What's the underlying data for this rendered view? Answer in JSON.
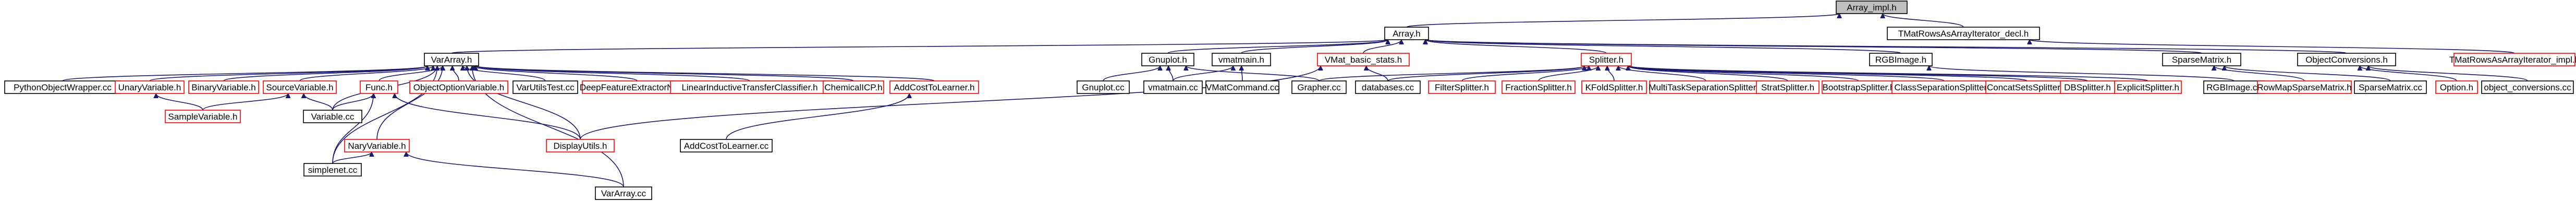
{
  "colors": {
    "background": "#ffffff",
    "edge": "#191970",
    "node_border_documented": "#000000",
    "node_border_undocumented": "#ff0000",
    "node_fill_root": "#bfbfbf",
    "node_fill": "#ffffff"
  },
  "nodes": [
    {
      "id": "array_impl_h",
      "label": "Array_impl.h",
      "kind": "root"
    },
    {
      "id": "array_h",
      "label": "Array.h",
      "kind": "black"
    },
    {
      "id": "tmatrows_decl_h",
      "label": "TMatRowsAsArrayIterator_decl.h",
      "kind": "black"
    },
    {
      "id": "varray_h",
      "label": "VarArray.h",
      "kind": "black"
    },
    {
      "id": "gnuplot_h",
      "label": "Gnuplot.h",
      "kind": "black"
    },
    {
      "id": "vmatmain_h",
      "label": "vmatmain.h",
      "kind": "black"
    },
    {
      "id": "vmat_basic_stats_h",
      "label": "VMat_basic_stats.h",
      "kind": "red"
    },
    {
      "id": "splitter_h",
      "label": "Splitter.h",
      "kind": "red"
    },
    {
      "id": "rgbimage_h",
      "label": "RGBImage.h",
      "kind": "black"
    },
    {
      "id": "sparsematrix_h",
      "label": "SparseMatrix.h",
      "kind": "black"
    },
    {
      "id": "objectconversions_h",
      "label": "ObjectConversions.h",
      "kind": "black"
    },
    {
      "id": "tmatrows_impl_h",
      "label": "TMatRowsAsArrayIterator_impl.h",
      "kind": "red"
    },
    {
      "id": "pythonobjectwrapper_cc",
      "label": "PythonObjectWrapper.cc",
      "kind": "black"
    },
    {
      "id": "unaryvariable_h",
      "label": "UnaryVariable.h",
      "kind": "red"
    },
    {
      "id": "binaryvariable_h",
      "label": "BinaryVariable.h",
      "kind": "red"
    },
    {
      "id": "sourcevariable_h",
      "label": "SourceVariable.h",
      "kind": "red"
    },
    {
      "id": "func_h",
      "label": "Func.h",
      "kind": "red"
    },
    {
      "id": "objectoptionvariable_h",
      "label": "ObjectOptionVariable.h",
      "kind": "red"
    },
    {
      "id": "varutilstest_cc",
      "label": "VarUtilsTest.cc",
      "kind": "black"
    },
    {
      "id": "deepfeatureextractornnet_h",
      "label": "DeepFeatureExtractorNNet.h",
      "kind": "red"
    },
    {
      "id": "linearinductivetransferclassifier_h",
      "label": "LinearInductiveTransferClassifier.h",
      "kind": "red"
    },
    {
      "id": "chemicalicp_h",
      "label": "ChemicalICP.h",
      "kind": "red"
    },
    {
      "id": "addcosttolearner_h",
      "label": "AddCostToLearner.h",
      "kind": "red"
    },
    {
      "id": "gnuplot_cc",
      "label": "Gnuplot.cc",
      "kind": "black"
    },
    {
      "id": "vmatmain_cc",
      "label": "vmatmain.cc",
      "kind": "black"
    },
    {
      "id": "vmatcommand_cc",
      "label": "VMatCommand.cc",
      "kind": "black"
    },
    {
      "id": "grapher_cc",
      "label": "Grapher.cc",
      "kind": "black"
    },
    {
      "id": "databases_cc",
      "label": "databases.cc",
      "kind": "black"
    },
    {
      "id": "filtersplitter_h",
      "label": "FilterSplitter.h",
      "kind": "red"
    },
    {
      "id": "fractionsplitter_h",
      "label": "FractionSplitter.h",
      "kind": "red"
    },
    {
      "id": "kfoldsplitter_h",
      "label": "KFoldSplitter.h",
      "kind": "red"
    },
    {
      "id": "multitaskseparationsplitter_h",
      "label": "MultiTaskSeparationSplitter.h",
      "kind": "red"
    },
    {
      "id": "stratsplitter_h",
      "label": "StratSplitter.h",
      "kind": "red"
    },
    {
      "id": "bootstrapsplitter_h",
      "label": "BootstrapSplitter.h",
      "kind": "red"
    },
    {
      "id": "classseparationsplitter_h",
      "label": "ClassSeparationSplitter.h",
      "kind": "red"
    },
    {
      "id": "concatsetssplitter_h",
      "label": "ConcatSetsSplitter.h",
      "kind": "red"
    },
    {
      "id": "dbsplitter_h",
      "label": "DBSplitter.h",
      "kind": "red"
    },
    {
      "id": "explicitsplitter_h",
      "label": "ExplicitSplitter.h",
      "kind": "red"
    },
    {
      "id": "rgbimage_cc",
      "label": "RGBImage.cc",
      "kind": "black"
    },
    {
      "id": "rowmapsparsematrix_h",
      "label": "RowMapSparseMatrix.h",
      "kind": "red"
    },
    {
      "id": "sparsematrix_cc",
      "label": "SparseMatrix.cc",
      "kind": "black"
    },
    {
      "id": "option_h",
      "label": "Option.h",
      "kind": "red"
    },
    {
      "id": "object_conversions_cc",
      "label": "object_conversions.cc",
      "kind": "black"
    },
    {
      "id": "samplevariable_h",
      "label": "SampleVariable.h",
      "kind": "red"
    },
    {
      "id": "variable_cc",
      "label": "Variable.cc",
      "kind": "black"
    },
    {
      "id": "naryvariable_h",
      "label": "NaryVariable.h",
      "kind": "red"
    },
    {
      "id": "displayutils_h",
      "label": "DisplayUtils.h",
      "kind": "red"
    },
    {
      "id": "addcosttolearner_cc",
      "label": "AddCostToLearner.cc",
      "kind": "black"
    },
    {
      "id": "simplenet_cc",
      "label": "simplenet.cc",
      "kind": "black"
    },
    {
      "id": "vararray_cc",
      "label": "VarArray.cc",
      "kind": "black"
    }
  ],
  "edges": [
    [
      "array_h",
      "array_impl_h"
    ],
    [
      "tmatrows_decl_h",
      "array_impl_h"
    ],
    [
      "varray_h",
      "array_h"
    ],
    [
      "gnuplot_h",
      "array_h"
    ],
    [
      "vmatmain_h",
      "array_h"
    ],
    [
      "vmat_basic_stats_h",
      "array_h"
    ],
    [
      "splitter_h",
      "array_h"
    ],
    [
      "rgbimage_h",
      "array_h"
    ],
    [
      "sparsematrix_h",
      "array_h"
    ],
    [
      "objectconversions_h",
      "array_h"
    ],
    [
      "tmatrows_impl_h",
      "tmatrows_decl_h"
    ],
    [
      "pythonobjectwrapper_cc",
      "varray_h"
    ],
    [
      "unaryvariable_h",
      "varray_h"
    ],
    [
      "binaryvariable_h",
      "varray_h"
    ],
    [
      "sourcevariable_h",
      "varray_h"
    ],
    [
      "func_h",
      "varray_h"
    ],
    [
      "objectoptionvariable_h",
      "varray_h"
    ],
    [
      "varutilstest_cc",
      "varray_h"
    ],
    [
      "deepfeatureextractornnet_h",
      "varray_h"
    ],
    [
      "linearinductivetransferclassifier_h",
      "varray_h"
    ],
    [
      "chemicalicp_h",
      "varray_h"
    ],
    [
      "addcosttolearner_h",
      "varray_h"
    ],
    [
      "variable_cc",
      "varray_h"
    ],
    [
      "naryvariable_h",
      "varray_h"
    ],
    [
      "displayutils_h",
      "varray_h"
    ],
    [
      "simplenet_cc",
      "varray_h"
    ],
    [
      "vararray_cc",
      "varray_h"
    ],
    [
      "samplevariable_h",
      "unaryvariable_h"
    ],
    [
      "samplevariable_h",
      "sourcevariable_h"
    ],
    [
      "variable_cc",
      "sourcevariable_h"
    ],
    [
      "variable_cc",
      "func_h"
    ],
    [
      "simplenet_cc",
      "func_h"
    ],
    [
      "displayutils_h",
      "func_h"
    ],
    [
      "simplenet_cc",
      "naryvariable_h"
    ],
    [
      "vararray_cc",
      "naryvariable_h"
    ],
    [
      "addcosttolearner_cc",
      "addcosttolearner_h"
    ],
    [
      "gnuplot_cc",
      "gnuplot_h"
    ],
    [
      "vmatmain_cc",
      "gnuplot_h"
    ],
    [
      "grapher_cc",
      "gnuplot_h"
    ],
    [
      "vmatmain_cc",
      "vmatmain_h"
    ],
    [
      "vmatcommand_cc",
      "vmatmain_h"
    ],
    [
      "displayutils_h",
      "vmat_basic_stats_h"
    ],
    [
      "databases_cc",
      "vmat_basic_stats_h"
    ],
    [
      "grapher_cc",
      "splitter_h"
    ],
    [
      "databases_cc",
      "splitter_h"
    ],
    [
      "filtersplitter_h",
      "splitter_h"
    ],
    [
      "fractionsplitter_h",
      "splitter_h"
    ],
    [
      "kfoldsplitter_h",
      "splitter_h"
    ],
    [
      "multitaskseparationsplitter_h",
      "splitter_h"
    ],
    [
      "stratsplitter_h",
      "splitter_h"
    ],
    [
      "bootstrapsplitter_h",
      "splitter_h"
    ],
    [
      "classseparationsplitter_h",
      "splitter_h"
    ],
    [
      "concatsetssplitter_h",
      "splitter_h"
    ],
    [
      "dbsplitter_h",
      "splitter_h"
    ],
    [
      "explicitsplitter_h",
      "splitter_h"
    ],
    [
      "rgbimage_cc",
      "rgbimage_h"
    ],
    [
      "rowmapsparsematrix_h",
      "sparsematrix_h"
    ],
    [
      "sparsematrix_cc",
      "sparsematrix_h"
    ],
    [
      "option_h",
      "objectconversions_h"
    ],
    [
      "object_conversions_cc",
      "objectconversions_h"
    ]
  ]
}
